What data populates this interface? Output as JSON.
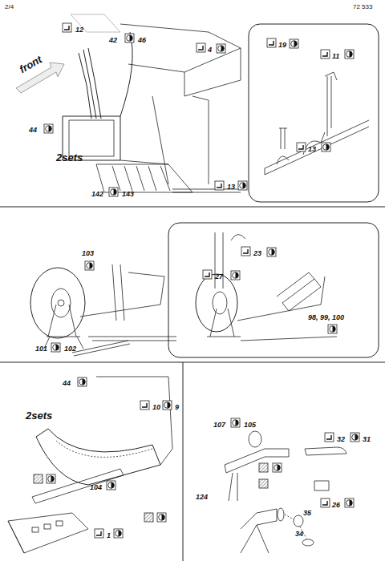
{
  "diagram": {
    "labels": [
      "2/4",
      "72 533",
      "12",
      "42",
      "46",
      "4",
      "front",
      "44",
      "2sets",
      "142",
      "143",
      "13",
      "19",
      "11",
      "13",
      "103",
      "27",
      "101",
      "102",
      "44",
      "23",
      "98, 99, 100",
      "2sets",
      "10",
      "9",
      "104",
      "1",
      "107",
      "105",
      "32",
      "31",
      "26",
      "124",
      "35",
      "34"
    ]
  }
}
